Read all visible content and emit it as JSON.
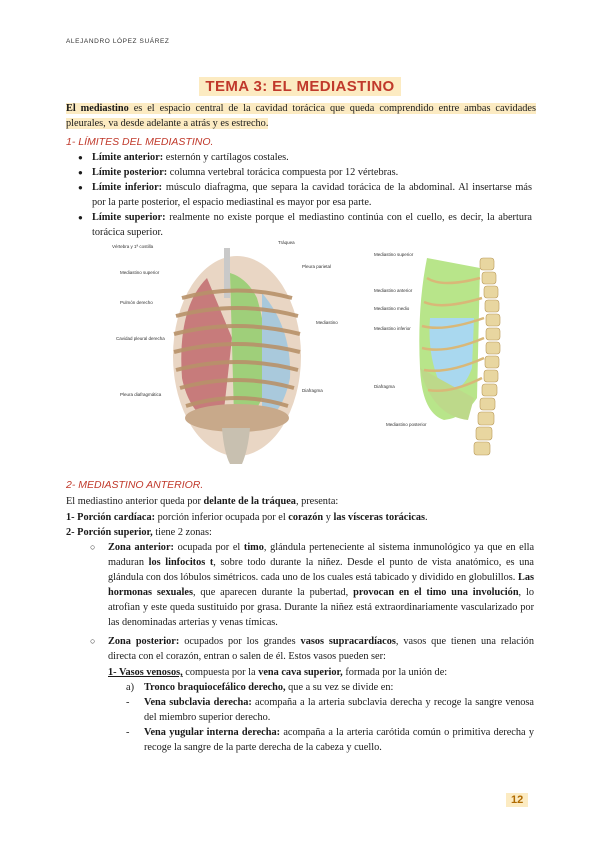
{
  "header": {
    "author": "ALEJANDRO LÓPEZ SUÁREZ"
  },
  "title": "TEMA 3: EL MEDIASTINO",
  "intro": {
    "term": "El mediastino",
    "text": " es el espacio central de la cavidad torácica que queda comprendido entre ambas cavidades pleurales, va desde adelante a atrás y es estrecho."
  },
  "section1": {
    "heading": "1- LÍMITES DEL MEDIASTINO.",
    "items": [
      {
        "label": "Límite anterior:",
        "text": " esternón y cartílagos costales."
      },
      {
        "label": "Límite posterior:",
        "text": " columna vertebral torácica compuesta por 12 vértebras."
      },
      {
        "label": "Límite inferior:",
        "text": " músculo diafragma, que separa la cavidad torácica de la abdominal. Al insertarse más por la parte posterior, el espacio mediastinal es mayor por esa parte."
      },
      {
        "label": "Límite superior:",
        "text": " realmente no existe porque el mediastino continúa con el cuello, es decir, la abertura torácica superior."
      }
    ]
  },
  "figure_left": {
    "labels": {
      "l1": "Vértebra y 1ª costilla",
      "l2": "Tráquea",
      "l3": "Pleura parietal",
      "l4": "Mediastino superior",
      "l5": "Pulmón derecho",
      "l6": "Mediastino",
      "l7": "Cavidad pleural derecha",
      "l8": "Pleura diafragmática",
      "l9": "Diafragma"
    }
  },
  "figure_right": {
    "labels": {
      "r1": "Mediastino superior",
      "r2": "Mediastino anterior",
      "r3": "Mediastino medio",
      "r4": "Mediastino inferior",
      "r5": "Diafragma",
      "r6": "Mediastino posterior"
    }
  },
  "section2": {
    "heading": "2- MEDIASTINO ANTERIOR.",
    "lead_pre": "El mediastino anterior queda por ",
    "lead_bold": "delante de la tráquea",
    "lead_post": ", presenta:",
    "p1_label": "1- Porción cardíaca:",
    "p1_text1": " porción inferior ocupada por el ",
    "p1_bold1": "corazón",
    "p1_mid": " y ",
    "p1_bold2": "las vísceras torácicas",
    "p1_end": ".",
    "p2_label": "2- Porción superior,",
    "p2_text": " tiene 2 zonas:",
    "zona_anterior": {
      "label": "Zona anterior:",
      "t1": " ocupada por el ",
      "b1": "timo",
      "t2": ", glándula perteneciente al sistema inmunológico ya que en ella maduran ",
      "b2": "los linfocitos t",
      "t3": ", sobre todo durante la niñez. Desde el punto de vista anatómico, es una glándula con dos lóbulos simétricos. cada uno de los cuales está tabicado y dividido en globulillos. ",
      "b3": "Las hormonas sexuales",
      "t4": ", que aparecen durante la pubertad, ",
      "b4": "provocan en el timo una involución",
      "t5": ", lo atrofian y este queda sustituido por grasa. Durante la niñez está extraordinariamente vascularizado por las denominadas arterias y venas tímicas."
    },
    "zona_posterior": {
      "label": "Zona posterior:",
      "t1": " ocupados por los grandes ",
      "b1": "vasos supracardíacos",
      "t2": ", vasos que tienen una relación directa con el corazón, entran o salen de él. Estos vasos pueden ser:"
    },
    "vasos": {
      "label": "1- Vasos venosos,",
      "t1": " compuesta por la ",
      "b1": "vena cava superior,",
      "t2": " formada por la unión de:"
    },
    "tronco": {
      "marker": "a)",
      "label": "Tronco braquiocefálico derecho,",
      "text": " que a su vez se divide en:"
    },
    "subclavia": {
      "marker": "-",
      "label": "Vena subclavia derecha:",
      "text": " acompaña a la arteria subclavia derecha y recoge la sangre venosa del miembro superior derecho."
    },
    "yugular": {
      "marker": "-",
      "label": "Vena yugular interna derecha:",
      "text": " acompaña a la arteria carótida común o primitiva derecha y recoge la sangre de la parte derecha de la cabeza y cuello."
    }
  },
  "page_number": "12",
  "colors": {
    "accent": "#c0392b",
    "highlight": "#fcebc2"
  }
}
